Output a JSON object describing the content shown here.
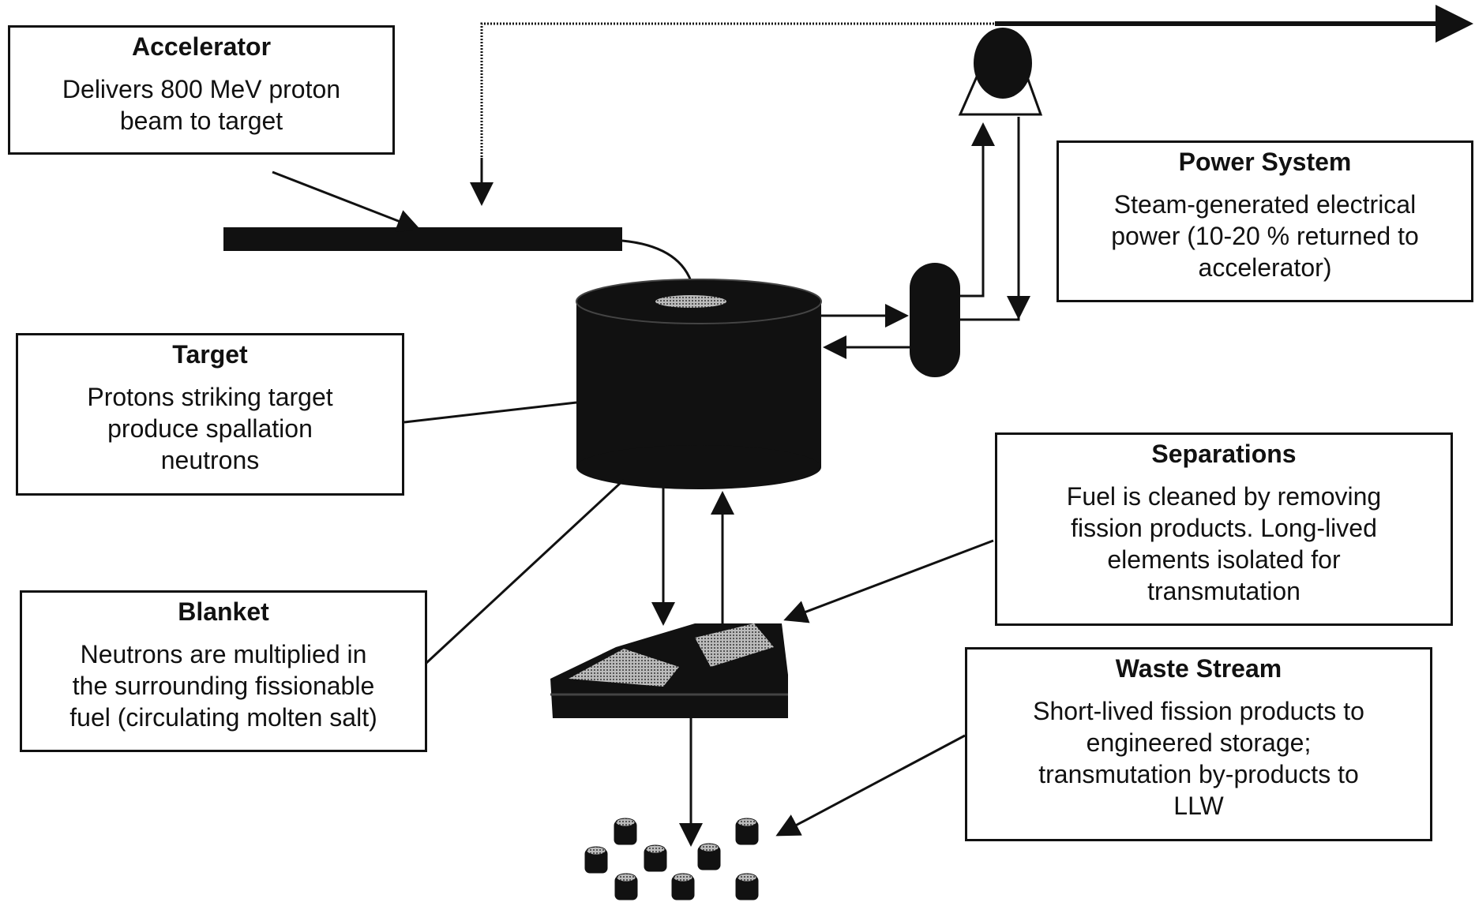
{
  "accelerator": {
    "title": "Accelerator",
    "lines": [
      "Delivers 800 MeV proton",
      "beam to target"
    ]
  },
  "target": {
    "title": "Target",
    "lines": [
      "Protons striking target",
      "produce spallation",
      "neutrons"
    ]
  },
  "blanket": {
    "title": "Blanket",
    "lines": [
      "Neutrons are multiplied in",
      "the surrounding fissionable",
      "fuel (circulating molten salt)"
    ]
  },
  "power_system": {
    "title": "Power System",
    "lines": [
      "Steam-generated electrical",
      "power (10-20 % returned to",
      "accelerator)"
    ]
  },
  "separations": {
    "title": "Separations",
    "lines": [
      "Fuel is cleaned by removing",
      "fission products.  Long-lived",
      "elements isolated for",
      "transmutation"
    ]
  },
  "waste_stream": {
    "title": "Waste Stream",
    "lines": [
      "Short-lived fission products to",
      "engineered storage;",
      "transmutation by-products  to",
      "LLW"
    ]
  }
}
